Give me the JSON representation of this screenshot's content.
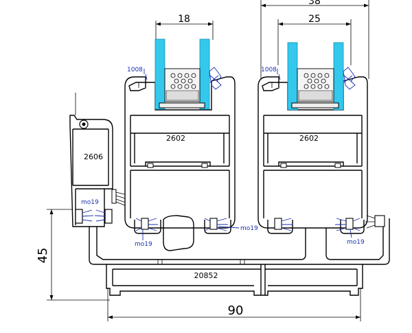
{
  "dimensions": {
    "glass_left": "18",
    "glass_right_inner": "25",
    "glass_right_outer": "38",
    "height": "45",
    "width": "90"
  },
  "profiles": {
    "interlock": "2606",
    "sash_left": "2602",
    "sash_right": "2602",
    "frame": "20852"
  },
  "gaskets": {
    "glazing_bead_left": "1008",
    "glazing_bead_right": "1008",
    "brush_1": "mo19",
    "brush_2": "mo19",
    "brush_3": "mo19",
    "brush_4": "mo19"
  },
  "colors": {
    "glass": "#33c8ec",
    "line": "#000000",
    "annotation": "#1a2fb0"
  }
}
